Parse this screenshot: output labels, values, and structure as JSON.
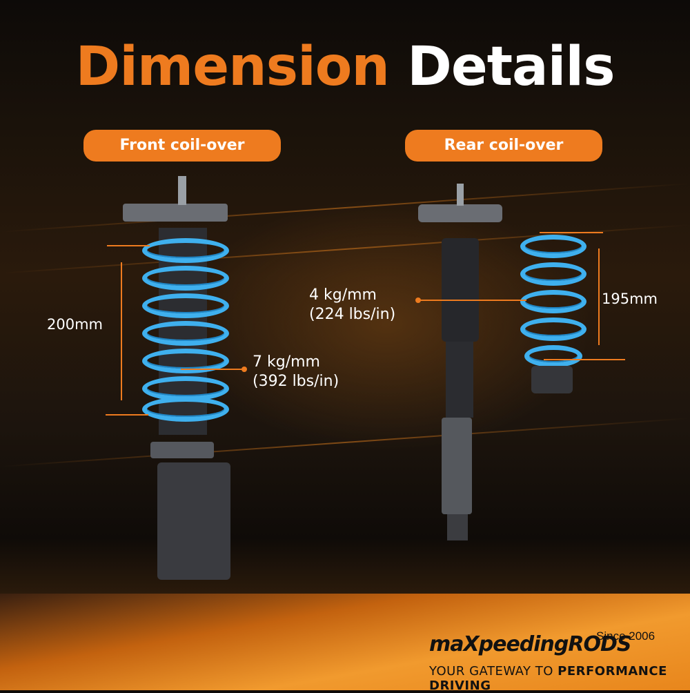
{
  "title": {
    "part1": "Dimension",
    "part2": "Details"
  },
  "sections": {
    "front": {
      "label": "Front coil-over",
      "height_label": "200mm",
      "spring_rate": "7 kg/mm",
      "spring_rate_imperial": "(392 lbs/in)"
    },
    "rear": {
      "label": "Rear coil-over",
      "height_label": "195mm",
      "spring_rate": "4 kg/mm",
      "spring_rate_imperial": "(224 lbs/in)"
    }
  },
  "brand": {
    "logo_text": "maXpeedingRODS",
    "since": "Since 2006",
    "tagline_light": "YOUR GATEWAY TO ",
    "tagline_bold": "PERFORMANCE DRIVING"
  },
  "colors": {
    "accent": "#ee7b1f",
    "spring": "#3fb0ee",
    "text": "#ffffff"
  }
}
